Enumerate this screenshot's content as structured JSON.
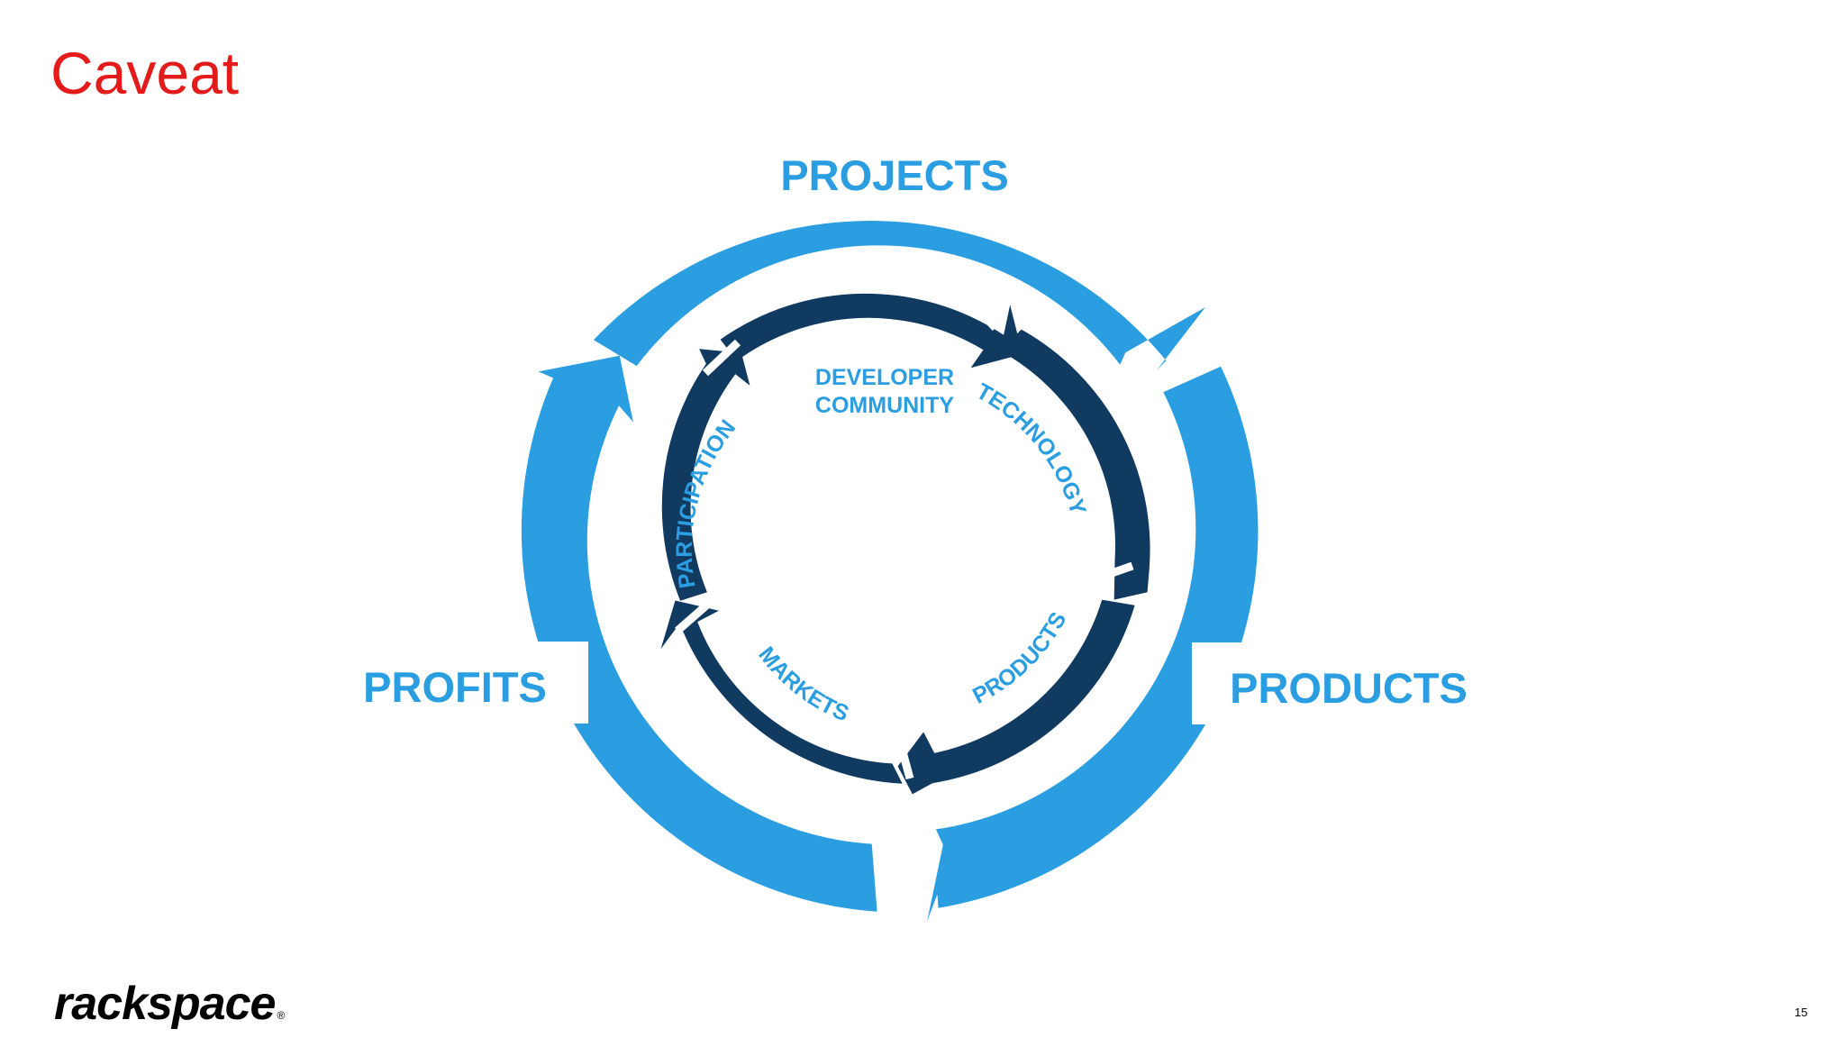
{
  "slide": {
    "title": "Caveat",
    "page_number": "15",
    "logo_text": "rackspace",
    "logo_mark": "®"
  },
  "diagram": {
    "outer_cycle": [
      "PROJECTS",
      "PRODUCTS",
      "PROFITS"
    ],
    "center_lines": [
      "DEVELOPER",
      "COMMUNITY"
    ],
    "inner_cycle": [
      "TECHNOLOGY",
      "PRODUCTS",
      "MARKETS",
      "PARTICIPATION"
    ],
    "colors": {
      "outer_ring": "#2a9ee0",
      "inner_ring": "#103a60",
      "text": "#2a9ee0",
      "title": "#e31b1b"
    }
  }
}
